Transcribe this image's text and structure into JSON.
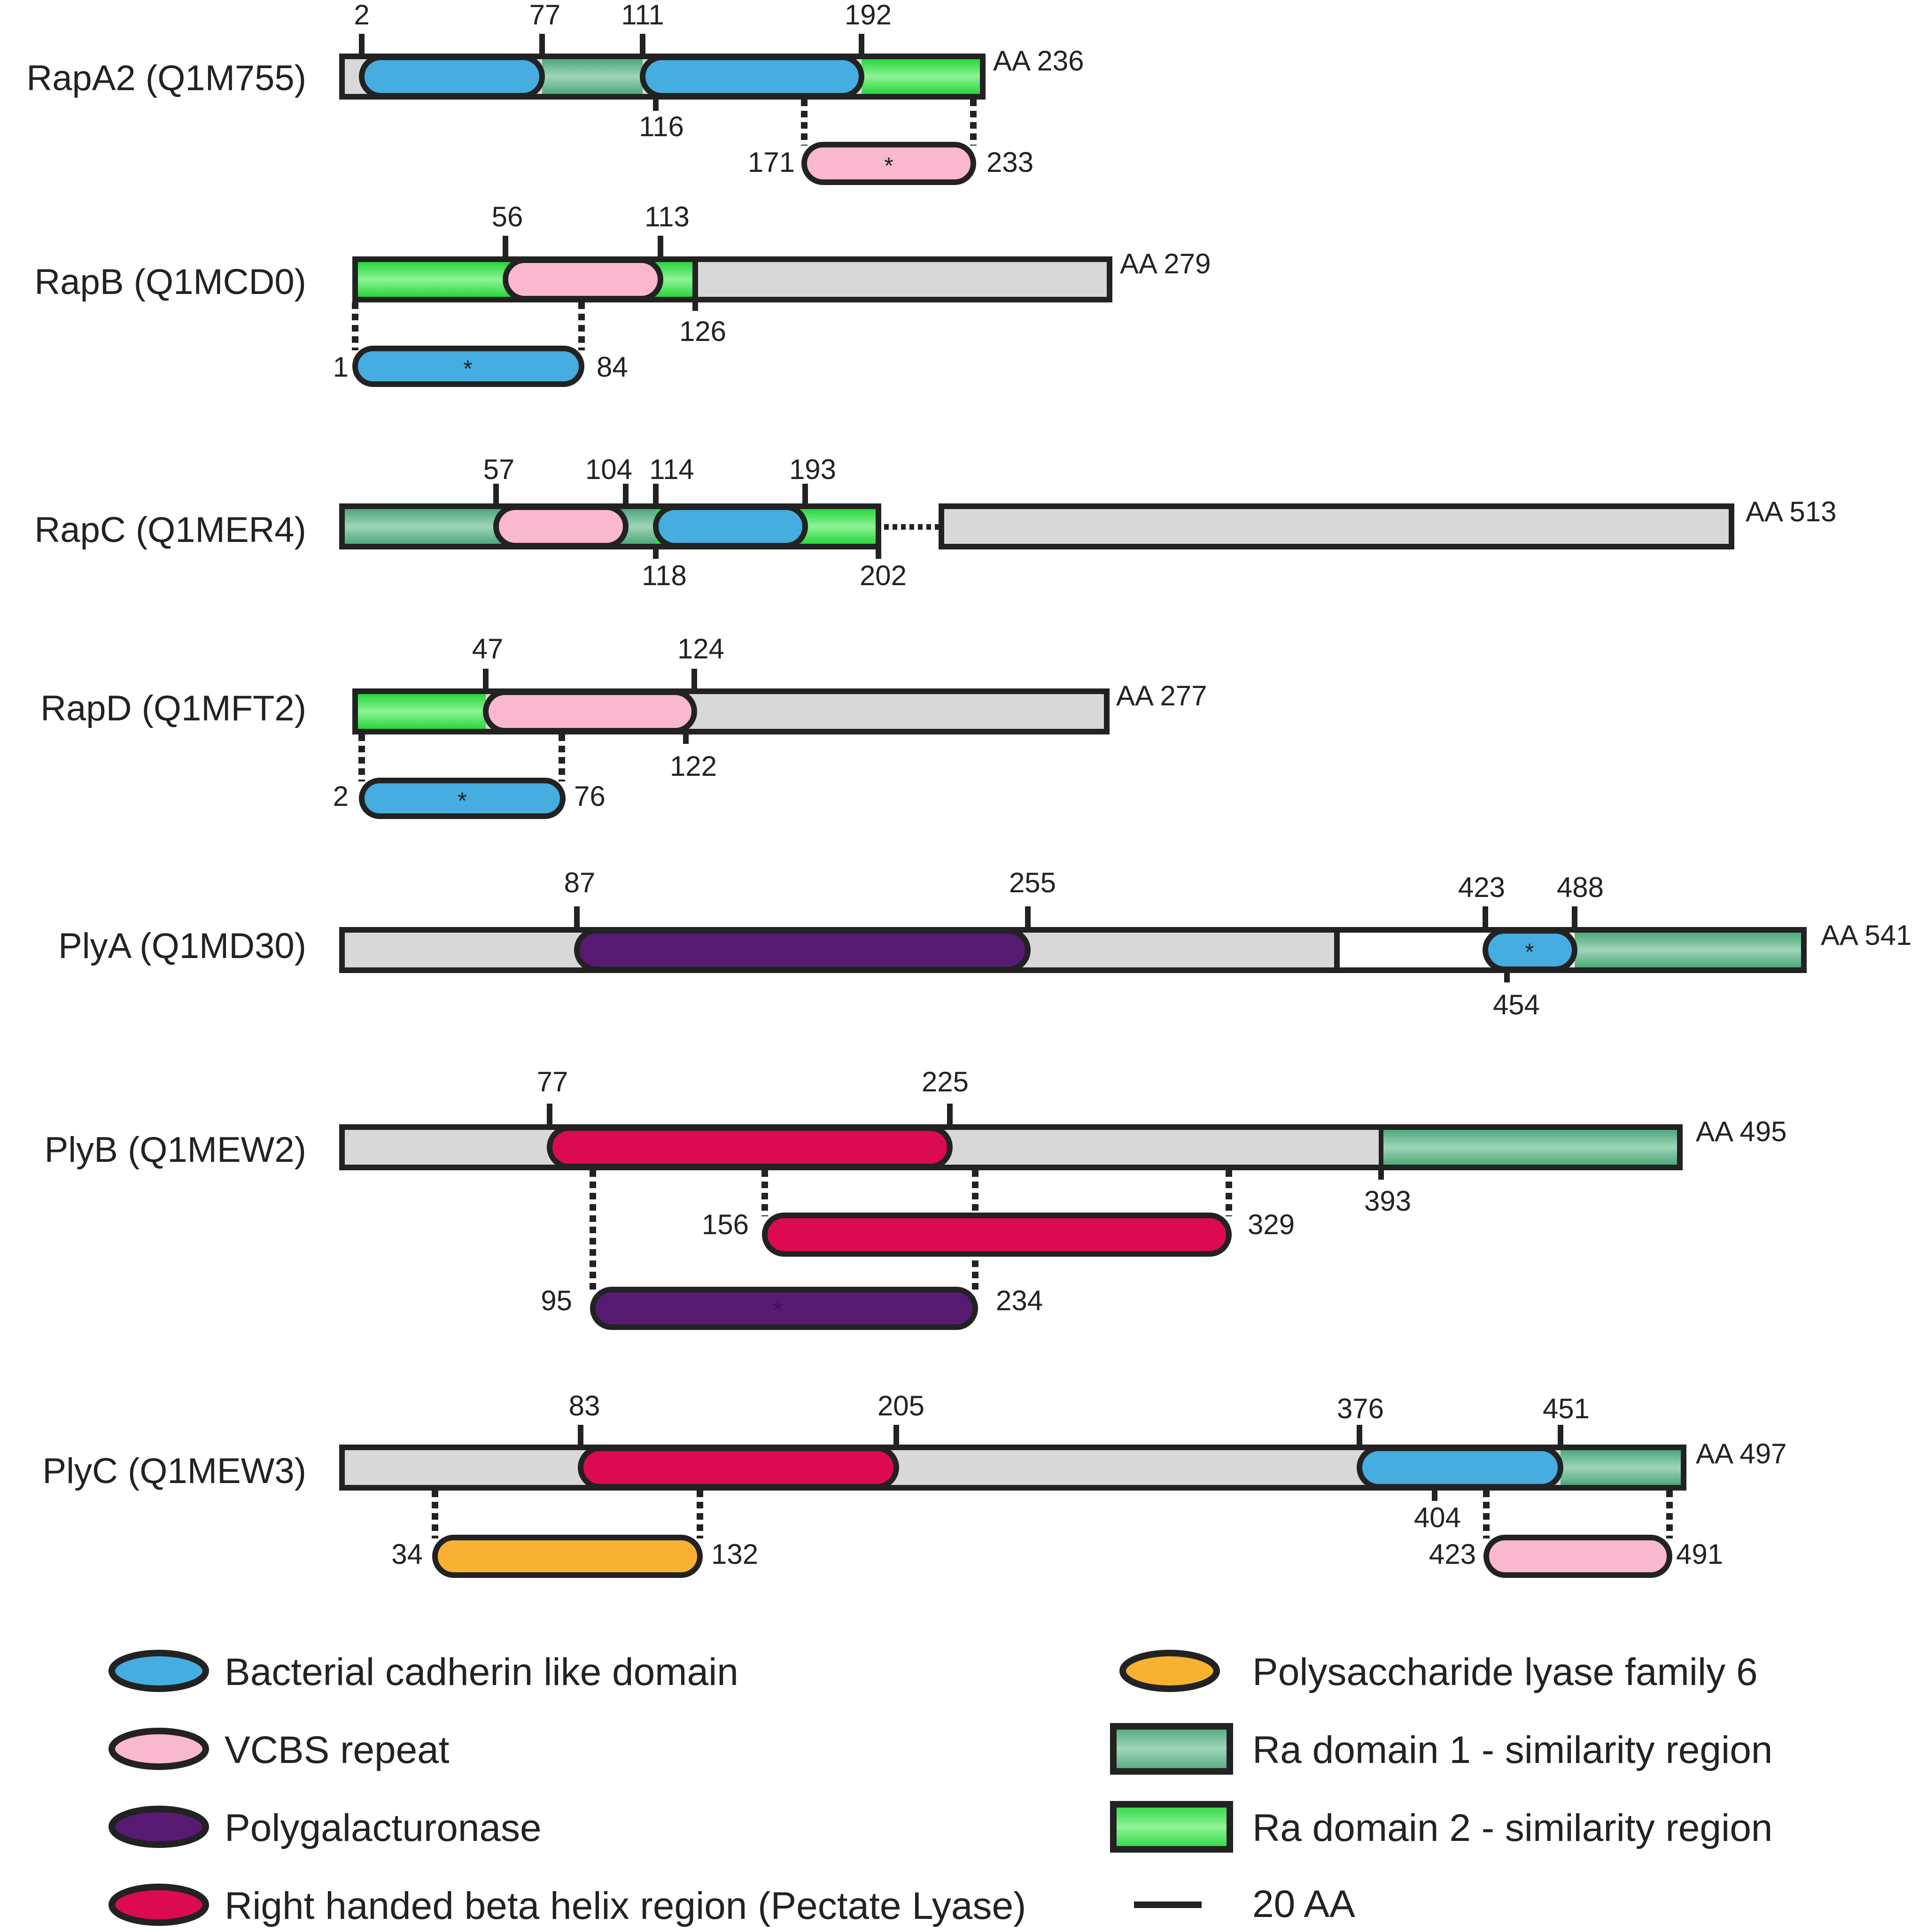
{
  "colors": {
    "cadherin": "#45ade0",
    "vcbs": "#f9b8cf",
    "polygal": "#571a72",
    "rhbh": "#dc0a52",
    "pl6": "#f8b130",
    "ra1": "#5fb489",
    "ra2": "#3ee34f",
    "bar": "#d8d8d8",
    "outline": "#222222"
  },
  "proteins": [
    {
      "label": "RapA2 (Q1M755)",
      "length_label": "AA 236",
      "regions": [
        {
          "start": 0,
          "end": 35,
          "type": "none"
        },
        {
          "start": 77,
          "end": 111,
          "type": "ra1"
        },
        {
          "start": 192,
          "end": 236,
          "type": "ra2"
        }
      ],
      "domains": [
        {
          "start": 2,
          "end": 77,
          "type": "cadherin"
        },
        {
          "start": 111,
          "end": 192,
          "type": "cadherin"
        }
      ],
      "ticks_above": [
        "2",
        "77",
        "111",
        "192"
      ],
      "ticks_below": [
        "116"
      ],
      "sub_domains": [
        {
          "start_label": "171",
          "end_label": "233",
          "type": "vcbs",
          "star": "*"
        }
      ]
    },
    {
      "label": "RapB (Q1MCD0)",
      "length_label": "AA 279",
      "regions": [
        {
          "start": 1,
          "end": 126,
          "type": "ra2"
        }
      ],
      "domains": [
        {
          "start": 56,
          "end": 113,
          "type": "vcbs"
        }
      ],
      "ticks_above": [
        "56",
        "113"
      ],
      "ticks_below": [
        "126"
      ],
      "sub_domains": [
        {
          "start_label": "1",
          "end_label": "84",
          "type": "cadherin",
          "star": "*"
        }
      ]
    },
    {
      "label": "RapC (Q1MER4)",
      "length_label": "AA 513",
      "regions": [
        {
          "start": 1,
          "end": 118,
          "type": "ra1"
        },
        {
          "start": 118,
          "end": 202,
          "type": "ra2"
        }
      ],
      "domains": [
        {
          "start": 57,
          "end": 104,
          "type": "vcbs"
        },
        {
          "start": 114,
          "end": 193,
          "type": "cadherin"
        }
      ],
      "ticks_above": [
        "57",
        "104",
        "114",
        "193"
      ],
      "ticks_below": [
        "118",
        "202"
      ],
      "sub_domains": []
    },
    {
      "label": "RapD (Q1MFT2)",
      "length_label": "AA 277",
      "regions": [
        {
          "start": 1,
          "end": 47,
          "type": "ra2"
        }
      ],
      "domains": [
        {
          "start": 47,
          "end": 124,
          "type": "vcbs"
        }
      ],
      "ticks_above": [
        "47",
        "124"
      ],
      "ticks_below": [
        "122"
      ],
      "sub_domains": [
        {
          "start_label": "2",
          "end_label": "76",
          "type": "cadherin",
          "star": "*"
        }
      ]
    },
    {
      "label": "PlyA (Q1MD30)",
      "length_label": "AA 541",
      "regions": [
        {
          "start": 488,
          "end": 541,
          "type": "ra1"
        }
      ],
      "domains": [
        {
          "start": 87,
          "end": 255,
          "type": "polygal"
        },
        {
          "start": 423,
          "end": 488,
          "type": "cadherin",
          "star": "*"
        }
      ],
      "ticks_above": [
        "87",
        "255",
        "423",
        "488"
      ],
      "ticks_below": [
        "454"
      ],
      "sub_domains": []
    },
    {
      "label": "PlyB (Q1MEW2)",
      "length_label": "AA 495",
      "regions": [
        {
          "start": 393,
          "end": 495,
          "type": "ra1"
        }
      ],
      "domains": [
        {
          "start": 77,
          "end": 225,
          "type": "rhbh"
        }
      ],
      "ticks_above": [
        "77",
        "225"
      ],
      "ticks_below": [
        "393"
      ],
      "sub_domains": [
        {
          "start_label": "156",
          "end_label": "329",
          "type": "rhbh",
          "star": ""
        },
        {
          "start_label": "95",
          "end_label": "234",
          "type": "polygal",
          "star": "*"
        }
      ]
    },
    {
      "label": "PlyC (Q1MEW3)",
      "length_label": "AA 497",
      "regions": [
        {
          "start": 451,
          "end": 497,
          "type": "ra1"
        }
      ],
      "domains": [
        {
          "start": 83,
          "end": 205,
          "type": "rhbh"
        },
        {
          "start": 376,
          "end": 451,
          "type": "cadherin"
        }
      ],
      "ticks_above": [
        "83",
        "205",
        "376",
        "451"
      ],
      "ticks_below": [
        "404"
      ],
      "sub_domains": [
        {
          "start_label": "34",
          "end_label": "132",
          "type": "pl6",
          "star": ""
        },
        {
          "start_label": "423",
          "end_label": "491",
          "type": "vcbs",
          "star": ""
        }
      ]
    }
  ],
  "legend": [
    {
      "label": "Bacterial cadherin like domain",
      "type": "cadherin",
      "shape": "pill"
    },
    {
      "label": "VCBS repeat",
      "type": "vcbs",
      "shape": "pill"
    },
    {
      "label": "Polygalacturonase",
      "type": "polygal",
      "shape": "pill"
    },
    {
      "label": "Right handed beta helix region (Pectate Lyase)",
      "type": "rhbh",
      "shape": "pill"
    },
    {
      "label": "Polysaccharide lyase family 6",
      "type": "pl6",
      "shape": "pill"
    },
    {
      "label": "Ra domain 1 - similarity region",
      "type": "ra1",
      "shape": "rect"
    },
    {
      "label": "Ra domain 2 - similarity region",
      "type": "ra2",
      "shape": "rect"
    },
    {
      "label": "20 AA",
      "type": "scale",
      "shape": "line"
    }
  ]
}
